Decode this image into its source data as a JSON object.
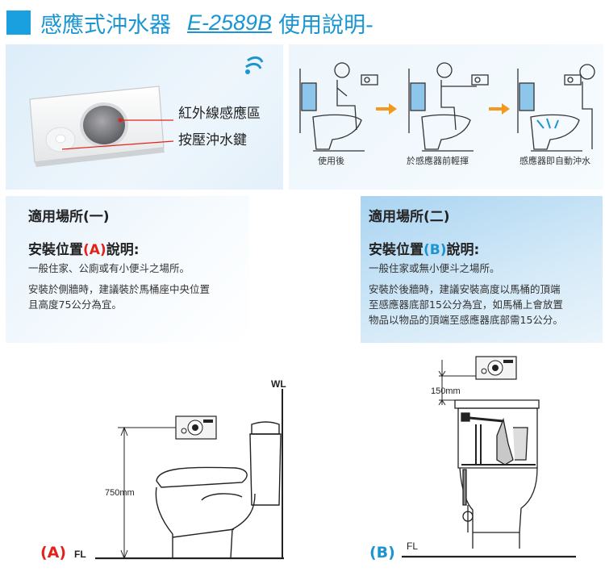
{
  "header": {
    "title_prefix": "感應式沖水器",
    "model": "E-2589B",
    "title_suffix": "使用說明-"
  },
  "panel1": {
    "label_infrared": "紅外線感應區",
    "label_button": "按壓沖水鍵"
  },
  "panel2": {
    "steps": [
      "使用後",
      "於感應器前輕揮",
      "感應器即自動沖水"
    ]
  },
  "section1": {
    "title": "適用場所(一)",
    "subtitle_pre": "安裝位置",
    "subtitle_mark": "(A)",
    "subtitle_post": "說明:",
    "line1": "一般住家、公廁或有小便斗之場所。",
    "line2": "安裝於側牆時，建議裝於馬桶座中央位置",
    "line3": "且高度75公分為宜。"
  },
  "section2": {
    "title": "適用場所(二)",
    "subtitle_pre": "安裝位置",
    "subtitle_mark": "(B)",
    "subtitle_post": "說明:",
    "line1": "一般住家或無小便斗之場所。",
    "line2": "安裝於後牆時，建議安裝高度以馬桶的頂端",
    "line3": "至感應器底部15公分為宜，如馬桶上會放置",
    "line4": "物品以物品的頂端至感應器底部需15公分。"
  },
  "diagramA": {
    "wall_label": "WL",
    "height_label": "750mm",
    "floor_label": "FL",
    "mark": "(A)"
  },
  "diagramB": {
    "height_label": "150mm",
    "floor_label": "FL",
    "mark": "(B)"
  },
  "colors": {
    "accent_blue": "#1a95d2",
    "accent_red": "#e2231a"
  }
}
